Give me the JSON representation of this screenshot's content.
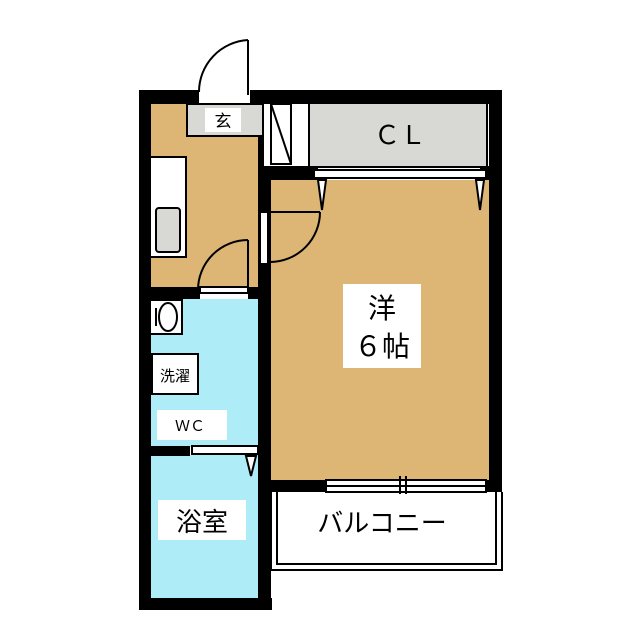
{
  "rooms": {
    "entrance": "玄",
    "closet": "ＣＬ",
    "western_room_line1": "洋",
    "western_room_line2": "６帖",
    "washing_machine": "洗濯",
    "toilet": "ＷＣ",
    "bathroom": "浴室",
    "balcony": "バルコニー"
  },
  "colors": {
    "wood_floor": "#DDB574",
    "wet_area": "#AEECF8",
    "closet_floor": "#D8D8D4",
    "wall": "#000000",
    "background": "#FFFFFF"
  }
}
